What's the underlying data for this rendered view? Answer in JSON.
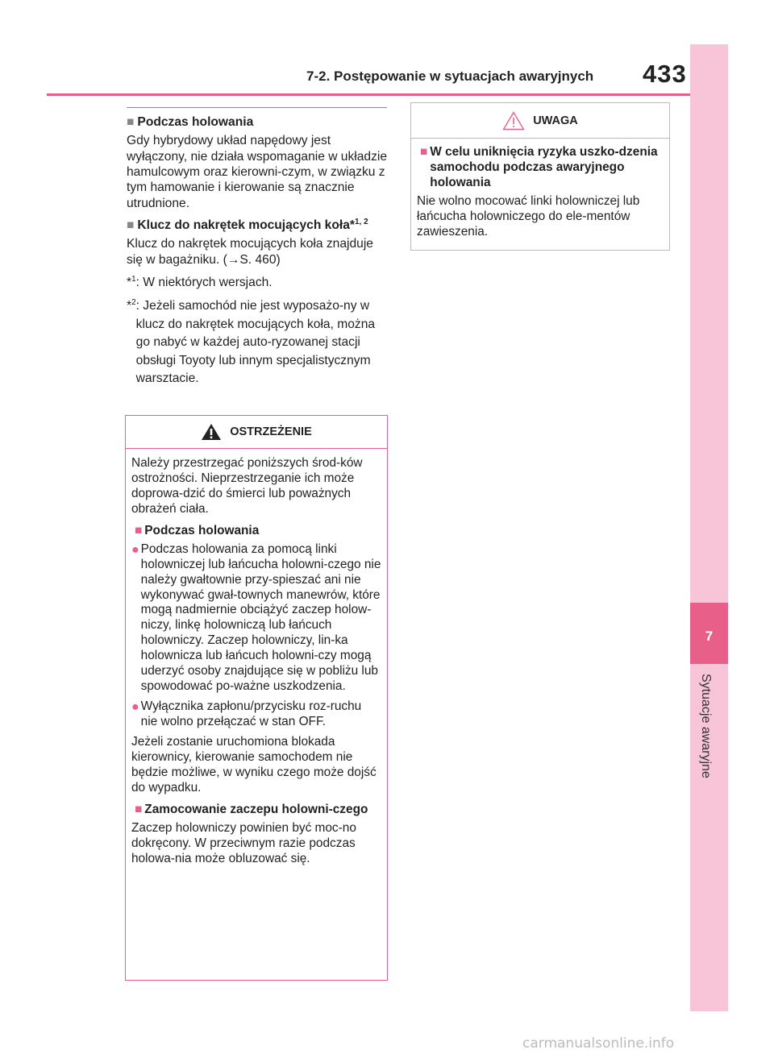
{
  "header": {
    "section": "7-2. Postępowanie w sytuacjach awaryjnych",
    "page_number": "433"
  },
  "side_tab": {
    "number": "7",
    "label": "Sytuacje awaryjne"
  },
  "left": {
    "towing_title": "Podczas holowania",
    "towing_text": "Gdy hybrydowy układ napędowy jest wyłączony, nie działa wspomaganie w układzie hamulcowym oraz kierowni-czym, w związku z tym hamowanie i kierowanie są znacznie utrudnione.",
    "wrench_title": "Klucz do nakrętek mocujących koła*",
    "wrench_sup": "1, 2",
    "wrench_text": "Klucz do nakrętek mocujących koła znajduje się w bagażniku. (→S. 460)",
    "note1_marker": "*",
    "note1_sup": "1",
    "note1_text": ": W niektórych wersjach.",
    "note2_marker": "*",
    "note2_sup": "2",
    "note2_text": ": Jeżeli samochód nie jest wyposażo-ny w klucz do nakrętek mocujących koła, można go nabyć w każdej auto-ryzowanej stacji obsługi Toyoty lub innym specjalistycznym warsztacie."
  },
  "warning_box": {
    "title": "OSTRZEŻENIE",
    "intro": "Należy przestrzegać poniższych środ-ków ostrożności. Nieprzestrzeganie ich może doprowa-dzić do śmierci lub poważnych obrażeń ciała.",
    "sub1_title": "Podczas holowania",
    "bullet1": "Podczas holowania za pomocą linki holowniczej lub łańcucha holowni-czego nie należy gwałtownie przy-spieszać ani nie wykonywać gwał-townych manewrów, które mogą nadmiernie obciążyć zaczep holow-niczy, linkę holowniczą lub łańcuch holowniczy. Zaczep holowniczy, lin-ka holownicza lub łańcuch holowni-czy mogą uderzyć osoby znajdujące się w pobliżu lub spowodować po-ważne uszkodzenia.",
    "bullet2": "Wyłącznika zapłonu/przycisku roz-ruchu nie wolno przełączać w stan OFF.",
    "para2": "Jeżeli zostanie uruchomiona blokada kierownicy, kierowanie samochodem nie będzie możliwe, w wyniku czego może dojść do wypadku.",
    "sub2_title": "Zamocowanie zaczepu holowni-czego",
    "para3": "Zaczep holowniczy powinien być moc-no dokręcony. W przeciwnym razie podczas holowa-nia może obluzować się."
  },
  "caution_box": {
    "title": "UWAGA",
    "sub_title": "W celu uniknięcia ryzyka uszko-dzenia samochodu podczas awaryjnego holowania",
    "text": "Nie wolno mocować linki holowniczej lub łańcucha holowniczego do ele-mentów zawieszenia."
  },
  "footer": {
    "watermark": "carmanualsonline.info"
  },
  "colors": {
    "accent": "#e8608a",
    "tab": "#f7c5d7"
  },
  "icons": {
    "warning": "warning-triangle-icon",
    "caution": "caution-triangle-icon",
    "square_bullet": "square-icon",
    "round_bullet": "dot-icon"
  }
}
